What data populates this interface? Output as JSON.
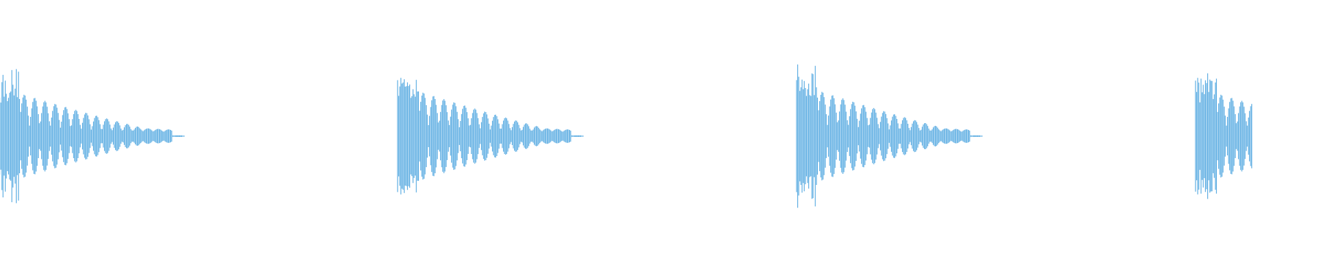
{
  "waveform": {
    "color": "#5dade2",
    "background": "#ffffff",
    "bursts": [
      {
        "peak": 1.0,
        "length": 0.46,
        "visible_fraction": 1.0
      },
      {
        "peak": 1.05,
        "length": 0.46,
        "visible_fraction": 1.0
      },
      {
        "peak": 1.07,
        "length": 0.46,
        "visible_fraction": 1.0
      },
      {
        "peak": 1.0,
        "length": 0.46,
        "visible_fraction": 0.31
      }
    ]
  }
}
